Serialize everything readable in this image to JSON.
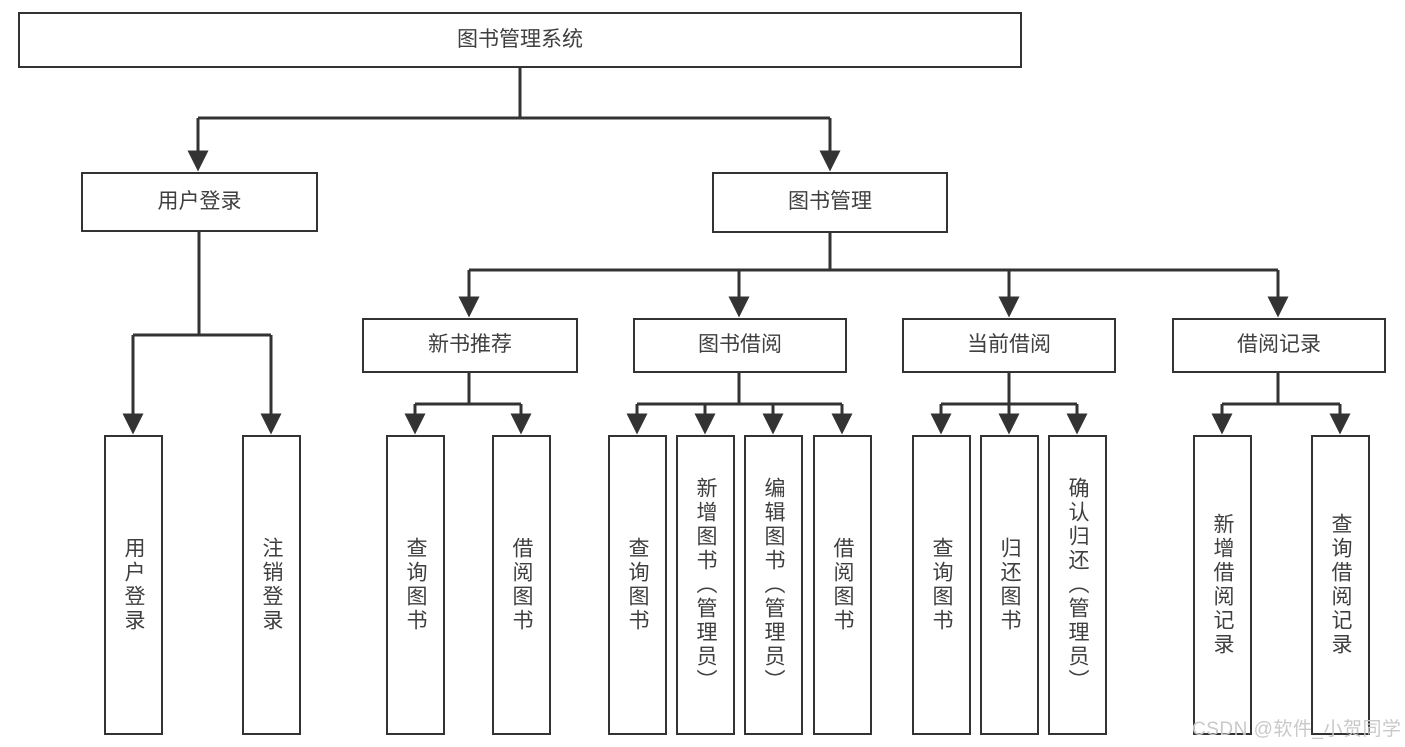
{
  "diagram": {
    "title": "图书管理系统",
    "type": "tree",
    "root": {
      "label": "图书管理系统"
    },
    "level1": [
      {
        "label": "用户登录"
      },
      {
        "label": "图书管理"
      }
    ],
    "level2": [
      {
        "label": "新书推荐"
      },
      {
        "label": "图书借阅"
      },
      {
        "label": "当前借阅"
      },
      {
        "label": "借阅记录"
      }
    ],
    "leaves": {
      "user_login": [
        {
          "label": "用户登录"
        },
        {
          "label": "注销登录"
        }
      ],
      "new_book_recommend": [
        {
          "label": "查询图书"
        },
        {
          "label": "借阅图书"
        }
      ],
      "book_borrow": [
        {
          "label": "查询图书"
        },
        {
          "label": "新增图书（管理员）"
        },
        {
          "label": "编辑图书（管理员）"
        },
        {
          "label": "借阅图书"
        }
      ],
      "current_borrow": [
        {
          "label": "查询图书"
        },
        {
          "label": "归还图书"
        },
        {
          "label": "确认归还（管理员）"
        }
      ],
      "borrow_record": [
        {
          "label": "新增借阅记录"
        },
        {
          "label": "查询借阅记录"
        }
      ]
    }
  },
  "watermark": {
    "text": "CSDN @软件_小贺同学"
  },
  "colors": {
    "stroke": "#333333",
    "background": "#ffffff",
    "text": "#3f3f3f",
    "watermark": "#c9c9c9"
  }
}
